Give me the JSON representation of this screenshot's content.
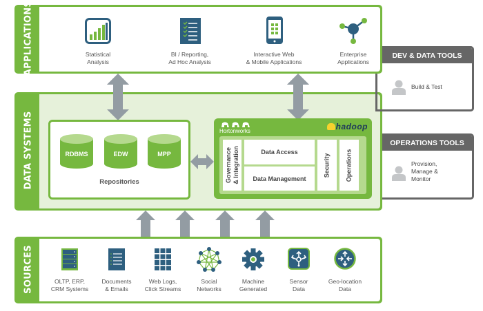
{
  "layers": {
    "applications": {
      "label": "APPLICATIONS",
      "items": [
        {
          "icon": "bar-chart-icon",
          "line1": "Statistical",
          "line2": "Analysis"
        },
        {
          "icon": "checklist-document-icon",
          "line1": "BI / Reporting,",
          "line2": "Ad Hoc Analysis"
        },
        {
          "icon": "mobile-phone-icon",
          "line1": "Interactive Web",
          "line2": "& Mobile Applications"
        },
        {
          "icon": "network-hub-icon",
          "line1": "Enterprise",
          "line2": "Applications"
        }
      ]
    },
    "data_systems": {
      "label": "DATA SYSTEMS",
      "repositories": {
        "title": "Repositories",
        "databases": [
          "RDBMS",
          "EDW",
          "MPP"
        ]
      },
      "hadoop": {
        "vendor": "Hortonworks",
        "brand": "hadoop",
        "governance": [
          "Governance",
          "& Integration"
        ],
        "data_access": "Data Access",
        "data_management": "Data Management",
        "security": "Security",
        "operations": "Operations"
      }
    },
    "sources": {
      "label": "SOURCES",
      "items": [
        {
          "icon": "server-rack-icon",
          "line1": "OLTP, ERP,",
          "line2": "CRM Systems"
        },
        {
          "icon": "document-icon",
          "line1": "Documents",
          "line2": "& Emails"
        },
        {
          "icon": "grid-icon",
          "line1": "Web Logs,",
          "line2": "Click Streams"
        },
        {
          "icon": "social-network-icon",
          "line1": "Social",
          "line2": "Networks"
        },
        {
          "icon": "gear-icon",
          "line1": "Machine",
          "line2": "Generated"
        },
        {
          "icon": "sensor-icon",
          "line1": "Sensor",
          "line2": "Data"
        },
        {
          "icon": "geo-location-icon",
          "line1": "Geo-location",
          "line2": "Data"
        }
      ]
    }
  },
  "tools": {
    "dev": {
      "title": "DEV & DATA TOOLS",
      "lines": [
        "Build & Test"
      ]
    },
    "ops": {
      "title": "OPERATIONS TOOLS",
      "lines": [
        "Provision,",
        "Manage &",
        "Monitor"
      ]
    }
  },
  "colors": {
    "green": "#76b83f",
    "light_green": "#e6f1da",
    "dark_blue": "#2e5f7f",
    "gray_arrow": "#939ca3",
    "tool_gray": "#666666"
  }
}
